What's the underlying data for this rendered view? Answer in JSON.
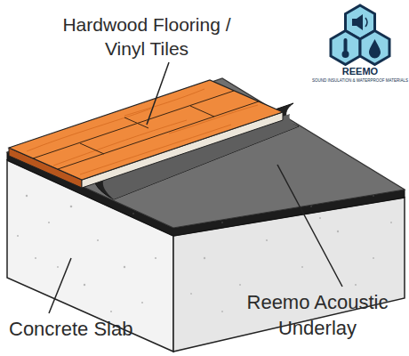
{
  "diagram": {
    "labels": [
      "Hardwood Flooring / Vinyl Tiles",
      "REEMO",
      "SOUND INSULATION & WATERPROOF MATERIALS",
      "Concrete Slab",
      "Reemo Acoustic Underlay"
    ]
  }
}
